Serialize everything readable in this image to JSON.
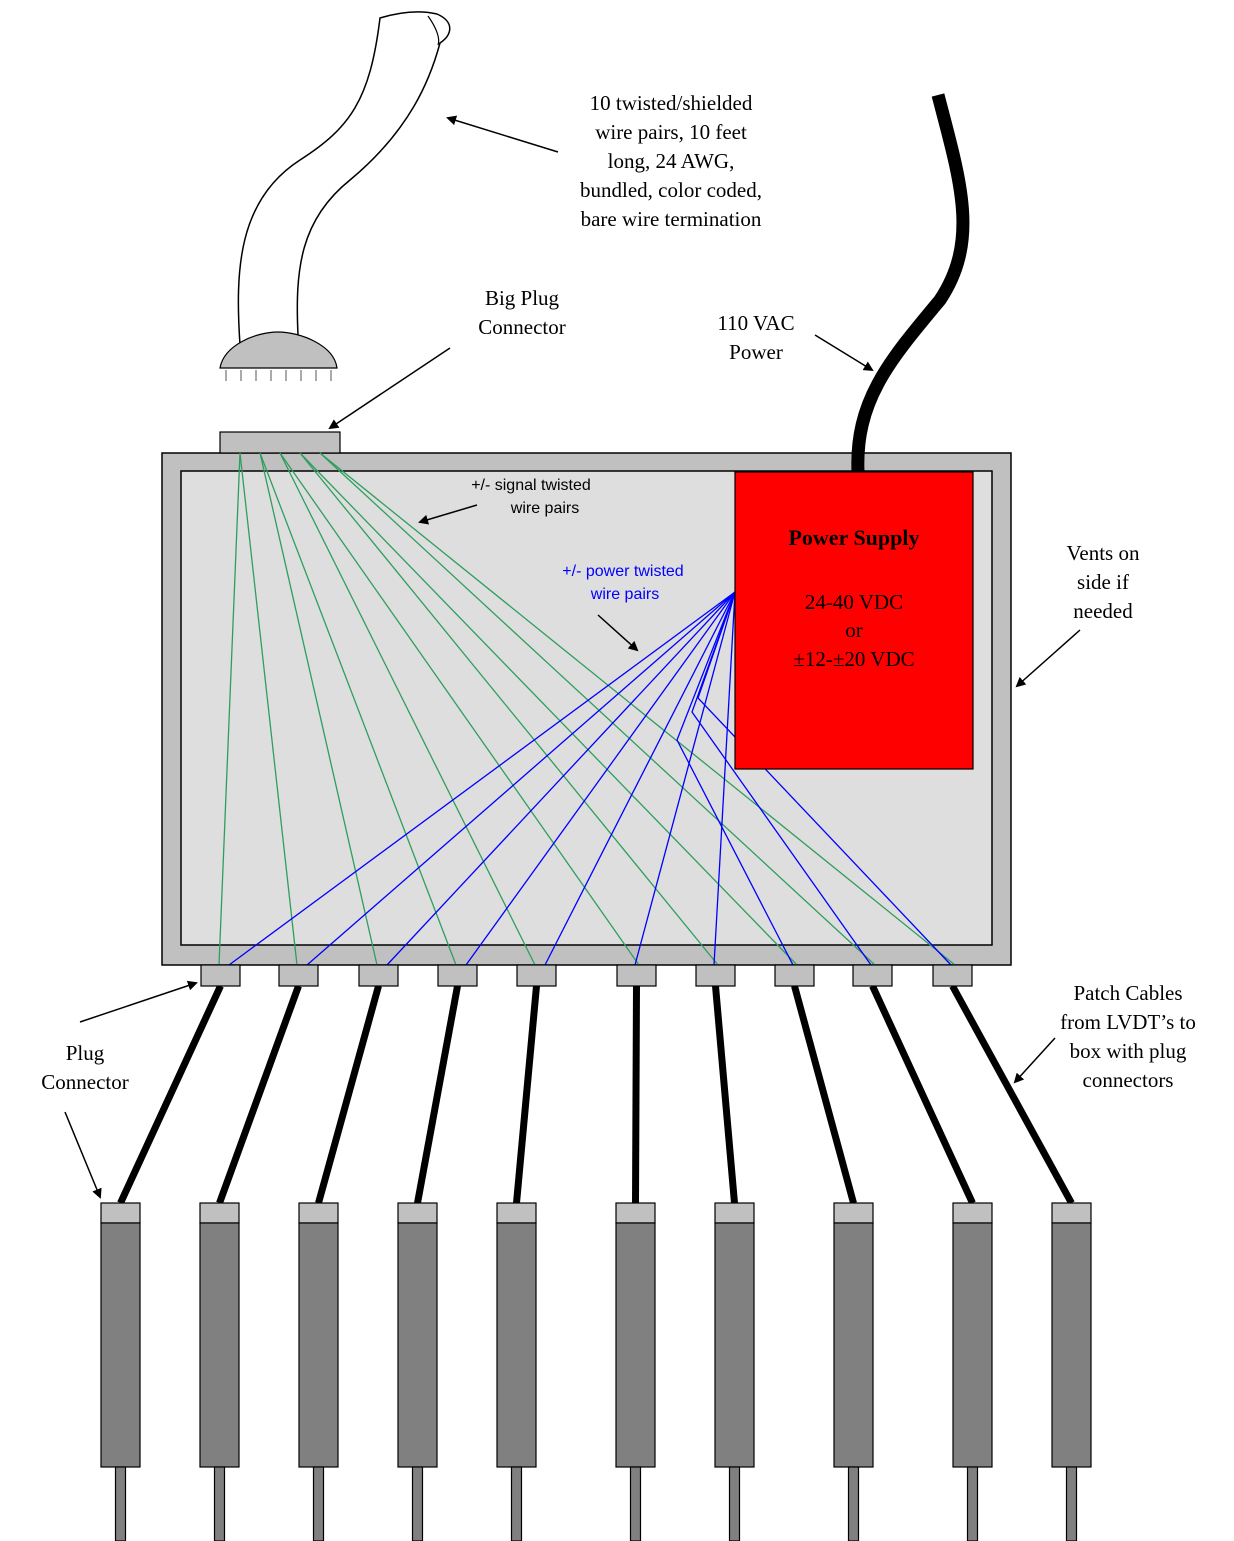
{
  "diagram": {
    "labels": {
      "cable_bundle": [
        "10 twisted/shielded",
        "wire pairs, 10 feet",
        "long, 24 AWG,",
        "bundled, color coded,",
        "bare wire termination"
      ],
      "big_plug": [
        "Big Plug",
        "Connector"
      ],
      "power_in": [
        "110 VAC",
        "Power"
      ],
      "signal_pairs": [
        "+/- signal twisted",
        "wire pairs"
      ],
      "power_pairs": [
        "+/- power twisted",
        "wire pairs"
      ],
      "vents": [
        "Vents on",
        "side if",
        "needed"
      ],
      "patch_cables": [
        "Patch Cables",
        "from LVDT’s to",
        "box with plug",
        "connectors"
      ],
      "plug_connector": [
        "Plug",
        "Connector"
      ]
    },
    "power_supply": {
      "title": "Power Supply",
      "spec_1": "24-40 VDC",
      "spec_2": "or",
      "spec_3": "±12-±20 VDC"
    },
    "connector_count": 10,
    "colors": {
      "box_outer": "#c0c0c0",
      "box_inner": "#dedede",
      "power_supply": "#ff0000",
      "signal_wire": "#2e9e5e",
      "power_wire": "#0000ff",
      "connector": "#c0c0c0",
      "lvdt_body": "#808080",
      "cable": "#000000"
    }
  }
}
